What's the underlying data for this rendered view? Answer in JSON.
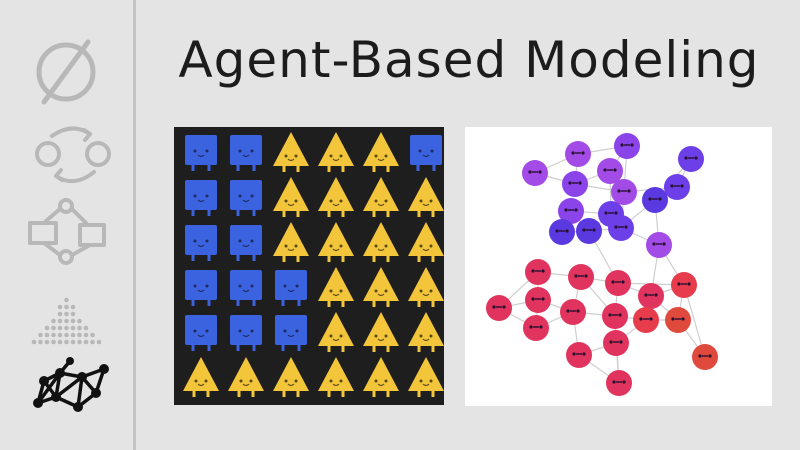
{
  "title": "Agent-Based Modeling",
  "colors": {
    "background": "#e4e4e4",
    "sidebar_icon_inactive": "#b8b8b8",
    "sidebar_icon_active": "#111111",
    "square_agent": "#3b63e0",
    "triangle_agent": "#f2c53a",
    "grid_background": "#1e1e1e",
    "network_background": "#ffffff",
    "purple_group": [
      "#a24be6",
      "#8a44ea",
      "#6d3fe8",
      "#5a3ae0"
    ],
    "red_group": [
      "#e0345e",
      "#e63c4c",
      "#e04a3c"
    ]
  },
  "sidebar": {
    "items": [
      {
        "name": "empty-set-icon",
        "active": false
      },
      {
        "name": "cycle-icon",
        "active": false
      },
      {
        "name": "flowchart-icon",
        "active": false
      },
      {
        "name": "dot-distribution-icon",
        "active": false
      },
      {
        "name": "network-icon",
        "active": true
      }
    ]
  },
  "grid": {
    "rows": [
      [
        "square",
        "square",
        "triangle",
        "triangle",
        "triangle",
        "square"
      ],
      [
        "square",
        "square",
        "triangle",
        "triangle",
        "triangle",
        "triangle"
      ],
      [
        "square",
        "square",
        "triangle",
        "triangle",
        "triangle",
        "triangle"
      ],
      [
        "square",
        "square",
        "square",
        "triangle",
        "triangle",
        "triangle"
      ],
      [
        "square",
        "square",
        "square",
        "triangle",
        "triangle",
        "triangle"
      ],
      [
        "triangle",
        "triangle",
        "triangle",
        "triangle",
        "triangle",
        "triangle"
      ]
    ]
  }
}
